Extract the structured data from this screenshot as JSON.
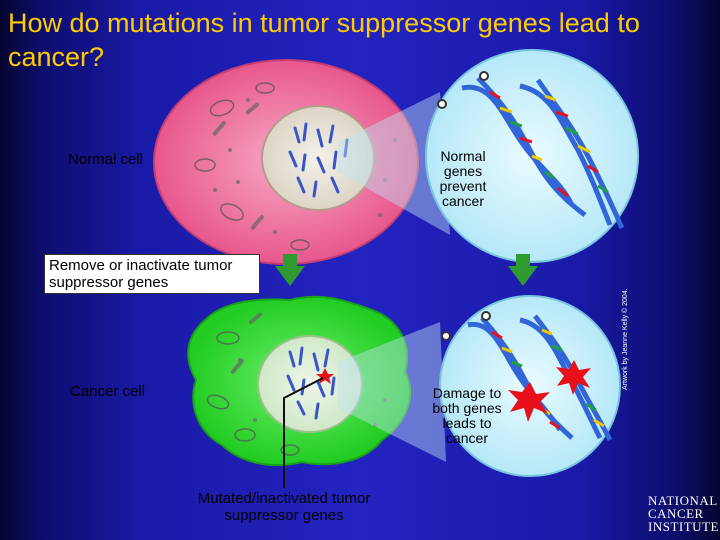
{
  "title": "How do mutations in tumor suppressor genes lead to cancer?",
  "labels": {
    "normal_cell": "Normal cell",
    "normal_genes": "Normal genes prevent cancer",
    "remove_inactivate": "Remove or inactivate tumor suppressor genes",
    "cancer_cell": "Cancer cell",
    "damage": "Damage to both genes leads to cancer",
    "mutated": "Mutated/inactivated tumor suppressor genes"
  },
  "credit": "Artwork by Jeanne Kelly © 2004.",
  "logo_text": [
    "NATIONAL",
    "CANCER",
    "INSTITUTE"
  ],
  "colors": {
    "title": "#ffcc00",
    "normal_cell": "#ef6f9f",
    "cancer_cell": "#33dd33",
    "arrow": "#2f9a2f",
    "damage_star": "#e8101a"
  }
}
